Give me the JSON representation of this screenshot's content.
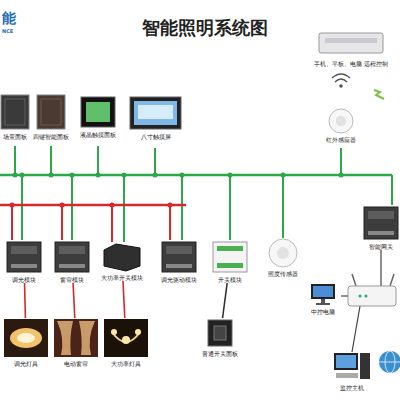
{
  "diagram": {
    "title": "智能照明系统图",
    "nodes": [
      {
        "text": [
          "场景面板"
        ]
      },
      {
        "text": [
          "四键智能面板"
        ]
      },
      {
        "text": [
          "液晶触摸面板"
        ]
      },
      {
        "text": [
          "八寸触摸屏"
        ]
      },
      {
        "text": [
          "手机、平板、电脑 远程控制"
        ]
      },
      {
        "text": [
          "红外感应器"
        ]
      },
      {
        "text": [
          "调光模块"
        ]
      },
      {
        "text": [
          "窗帘模块"
        ]
      },
      {
        "text": [
          "大功率开关模块"
        ]
      },
      {
        "text": [
          "调光驱动模块"
        ]
      },
      {
        "text": [
          "开关模块"
        ]
      },
      {
        "text": [
          "照度传感器"
        ]
      },
      {
        "text": [
          "智能网关"
        ]
      },
      {
        "text": [
          "调光灯具"
        ]
      },
      {
        "text": [
          "电动窗帘"
        ]
      },
      {
        "text": [
          "大功率灯具"
        ]
      },
      {
        "text": [
          "普通开关面板"
        ]
      },
      {
        "text": [
          "中控电脑"
        ]
      },
      {
        "text": [
          "监控主机"
        ]
      }
    ],
    "edges": [
      {
        "from": 6,
        "to": 13,
        "arrow": "none"
      },
      {
        "from": 7,
        "to": 14,
        "arrow": "none"
      },
      {
        "from": 8,
        "to": 15,
        "arrow": "none"
      },
      {
        "from": 10,
        "to": 16,
        "arrow": "none"
      }
    ],
    "labels": [
      "能",
      "NCE"
    ]
  }
}
